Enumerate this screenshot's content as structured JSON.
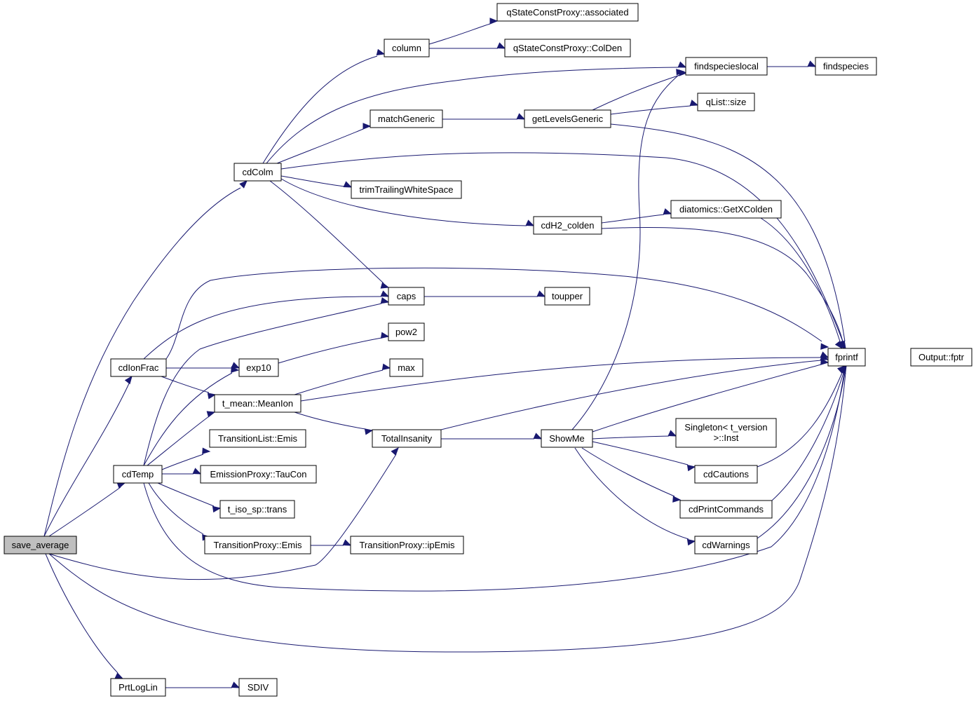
{
  "nodes": [
    {
      "id": "save_average",
      "label": "save_average"
    },
    {
      "id": "cdColm",
      "label": "cdColm"
    },
    {
      "id": "column",
      "label": "column"
    },
    {
      "id": "qStateAssoc",
      "label": "qStateConstProxy::associated"
    },
    {
      "id": "qStateColDen",
      "label": "qStateConstProxy::ColDen"
    },
    {
      "id": "findspecieslocal",
      "label": "findspecieslocal"
    },
    {
      "id": "findspecies",
      "label": "findspecies"
    },
    {
      "id": "qListSize",
      "label": "qList::size"
    },
    {
      "id": "matchGeneric",
      "label": "matchGeneric"
    },
    {
      "id": "getLevelsGeneric",
      "label": "getLevelsGeneric"
    },
    {
      "id": "trimTrailing",
      "label": "trimTrailingWhiteSpace"
    },
    {
      "id": "diatomicsGetX",
      "label": "diatomics::GetXColden"
    },
    {
      "id": "cdH2_colden",
      "label": "cdH2_colden"
    },
    {
      "id": "caps",
      "label": "caps"
    },
    {
      "id": "toupper",
      "label": "toupper"
    },
    {
      "id": "pow2",
      "label": "pow2"
    },
    {
      "id": "cdIonFrac",
      "label": "cdIonFrac"
    },
    {
      "id": "exp10",
      "label": "exp10"
    },
    {
      "id": "fprintf",
      "label": "fprintf"
    },
    {
      "id": "outputFptr",
      "label": "Output::fptr"
    },
    {
      "id": "max",
      "label": "max"
    },
    {
      "id": "tMeanIon",
      "label": "t_mean::MeanIon"
    },
    {
      "id": "singletonInst1",
      "label": "Singleton< t_version"
    },
    {
      "id": "singletonInst2",
      "label": ">::Inst"
    },
    {
      "id": "transListEmis",
      "label": "TransitionList::Emis"
    },
    {
      "id": "totalInsanity",
      "label": "TotalInsanity"
    },
    {
      "id": "showMe",
      "label": "ShowMe"
    },
    {
      "id": "cdTemp",
      "label": "cdTemp"
    },
    {
      "id": "emissionTauCon",
      "label": "EmissionProxy::TauCon"
    },
    {
      "id": "cdCautions",
      "label": "cdCautions"
    },
    {
      "id": "tIsoTrans",
      "label": "t_iso_sp::trans"
    },
    {
      "id": "cdPrintCommands",
      "label": "cdPrintCommands"
    },
    {
      "id": "transProxyEmis",
      "label": "TransitionProxy::Emis"
    },
    {
      "id": "transProxyIpEmis",
      "label": "TransitionProxy::ipEmis"
    },
    {
      "id": "cdWarnings",
      "label": "cdWarnings"
    },
    {
      "id": "prtLogLin",
      "label": "PrtLogLin"
    },
    {
      "id": "sdiv",
      "label": "SDIV"
    }
  ],
  "colors": {
    "edge": "#191970",
    "root_fill": "#bfbfbf",
    "node_fill": "#ffffff",
    "border": "#000000"
  }
}
